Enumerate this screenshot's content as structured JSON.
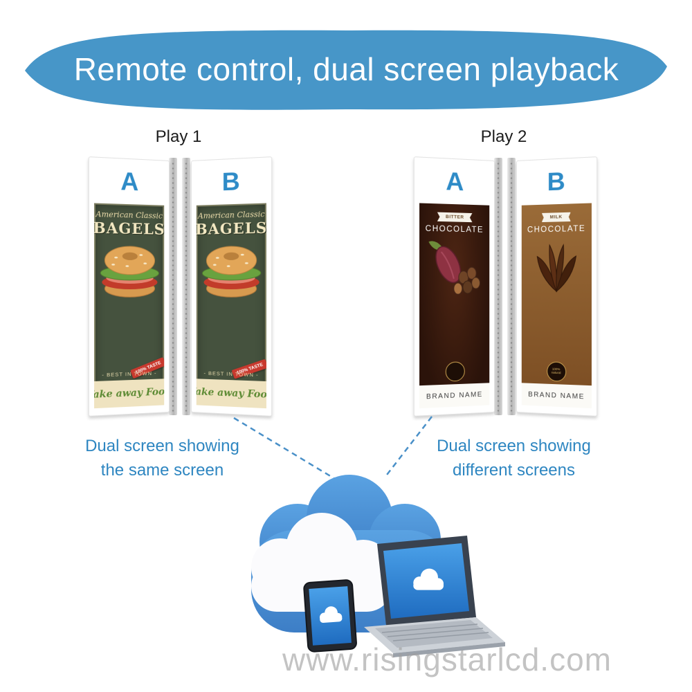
{
  "colors": {
    "banner_blue": "#4796c8",
    "accent_blue": "#2e86c1",
    "letter_blue": "#2e8bc7"
  },
  "banner": {
    "title": "Remote control, dual screen playback"
  },
  "play1": {
    "label": "Play 1",
    "panel_a_letter": "A",
    "panel_b_letter": "B",
    "ad": {
      "tagline": "American Classic",
      "title": "BAGELS",
      "ribbon": "100% TASTE",
      "subtitle": "- BEST IN TOWN -",
      "footer": "Take away Food"
    },
    "caption": {
      "line1": "Dual screen showing",
      "line2": "the same screen"
    }
  },
  "play2": {
    "label": "Play 2",
    "panel_a_letter": "A",
    "panel_b_letter": "B",
    "ad_a": {
      "ribbon": "BITTER",
      "title": "CHOCOLATE",
      "brand": "BRAND NAME"
    },
    "ad_b": {
      "ribbon": "MILK",
      "title": "CHOCOLATE",
      "badge": "100% natural",
      "brand": "BRAND NAME"
    },
    "caption": {
      "line1": "Dual screen showing",
      "line2": "different screens"
    }
  },
  "watermark": "www.risingstarlcd.com"
}
